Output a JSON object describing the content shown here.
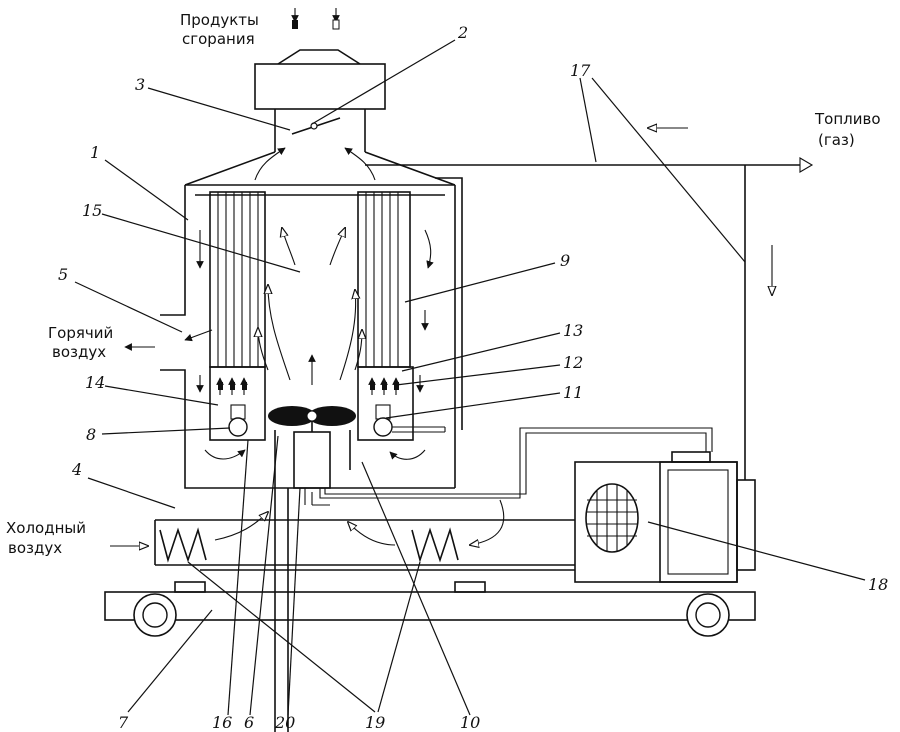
{
  "labels": {
    "combustion_products": [
      "Продукты",
      "сгорания"
    ],
    "fuel": [
      "Топливо",
      "(газ)"
    ],
    "hot_air": [
      "Горячий",
      "воздух"
    ],
    "cold_air": [
      "Холодный",
      "воздух"
    ]
  },
  "callouts": [
    "1",
    "2",
    "3",
    "4",
    "5",
    "6",
    "7",
    "8",
    "9",
    "10",
    "11",
    "12",
    "13",
    "14",
    "15",
    "16",
    "17",
    "18",
    "19",
    "20"
  ],
  "colors": {
    "line": "#111111",
    "background": "#ffffff"
  }
}
